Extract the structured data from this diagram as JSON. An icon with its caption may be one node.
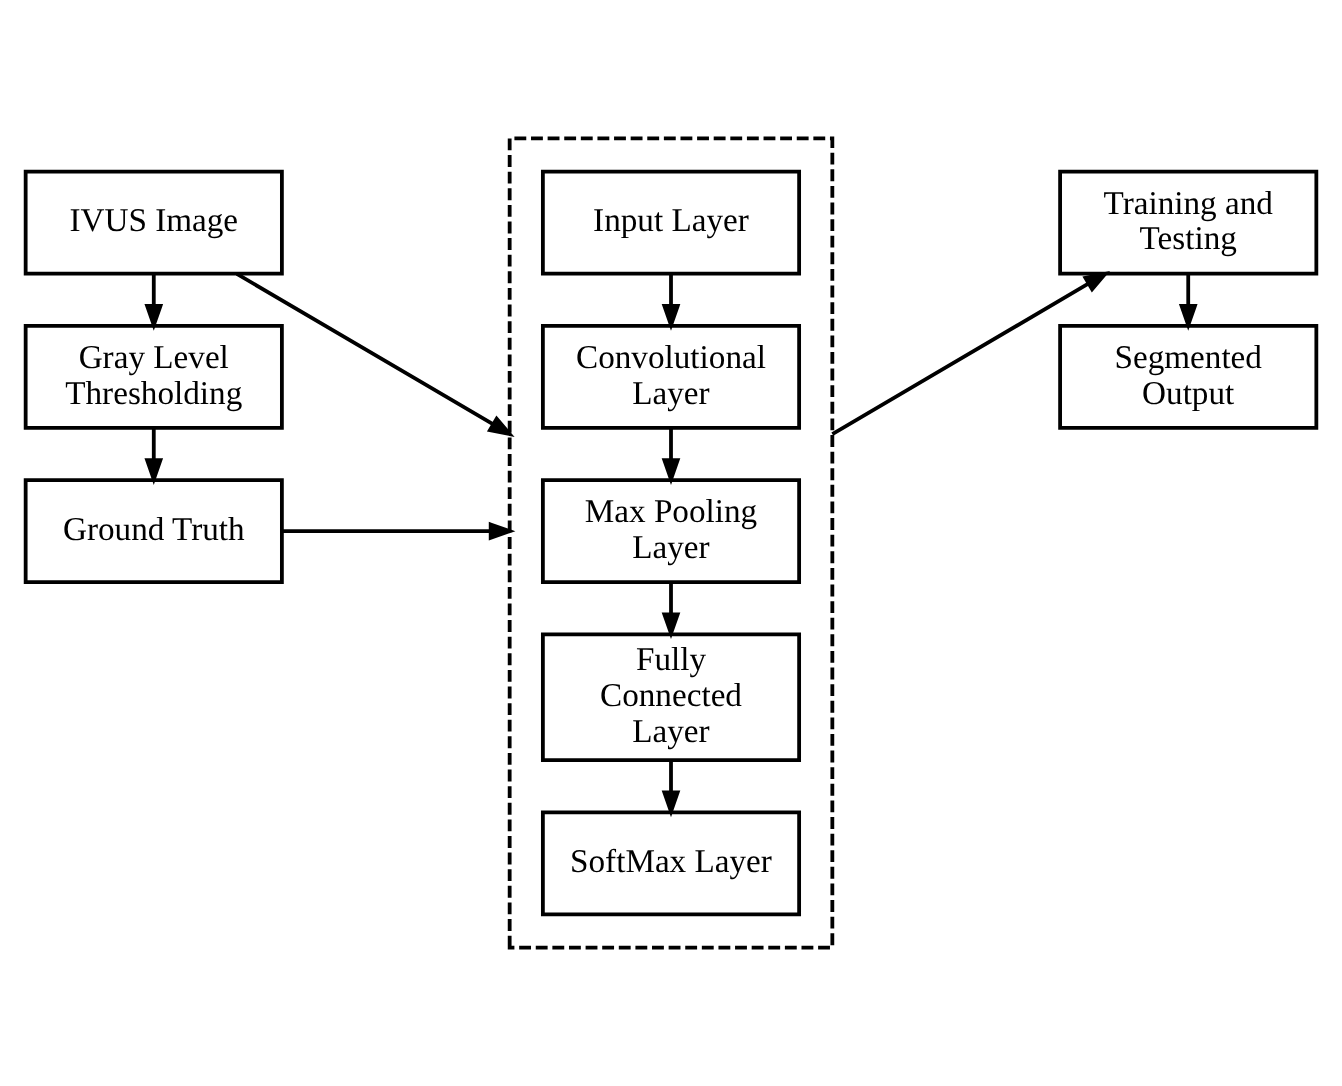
{
  "diagram": {
    "nodes": [
      {
        "text": [
          "IVUS Image"
        ]
      },
      {
        "text": [
          "Gray Level Thresholding"
        ]
      },
      {
        "text": [
          "Ground Truth"
        ]
      },
      {
        "text": [],
        "shape": "box"
      },
      {
        "text": [
          "Input Layer"
        ],
        "in": 3
      },
      {
        "text": [
          "Convolutional Layer"
        ],
        "in": 3
      },
      {
        "text": [
          "Max Pooling Layer"
        ],
        "in": 3
      },
      {
        "text": [
          "Fully Connected Layer"
        ],
        "in": 3
      },
      {
        "text": [
          "SoftMax Layer"
        ],
        "in": 3
      },
      {
        "text": [
          "Training and Testing"
        ]
      },
      {
        "text": [
          "Segmented Output"
        ]
      }
    ],
    "edges": [
      {
        "from": 0,
        "to": 1,
        "arrow": "to"
      },
      {
        "from": 1,
        "to": 2,
        "arrow": "to"
      },
      {
        "from": 0,
        "to": 3,
        "arrow": "to"
      },
      {
        "from": 2,
        "to": 3,
        "arrow": "to"
      },
      {
        "from": 4,
        "to": 5,
        "arrow": "to"
      },
      {
        "from": 5,
        "to": 6,
        "arrow": "to"
      },
      {
        "from": 6,
        "to": 7,
        "arrow": "to"
      },
      {
        "from": 7,
        "to": 8,
        "arrow": "to"
      },
      {
        "from": 3,
        "to": 9,
        "arrow": "to"
      },
      {
        "from": 9,
        "to": 10,
        "arrow": "to"
      }
    ]
  }
}
